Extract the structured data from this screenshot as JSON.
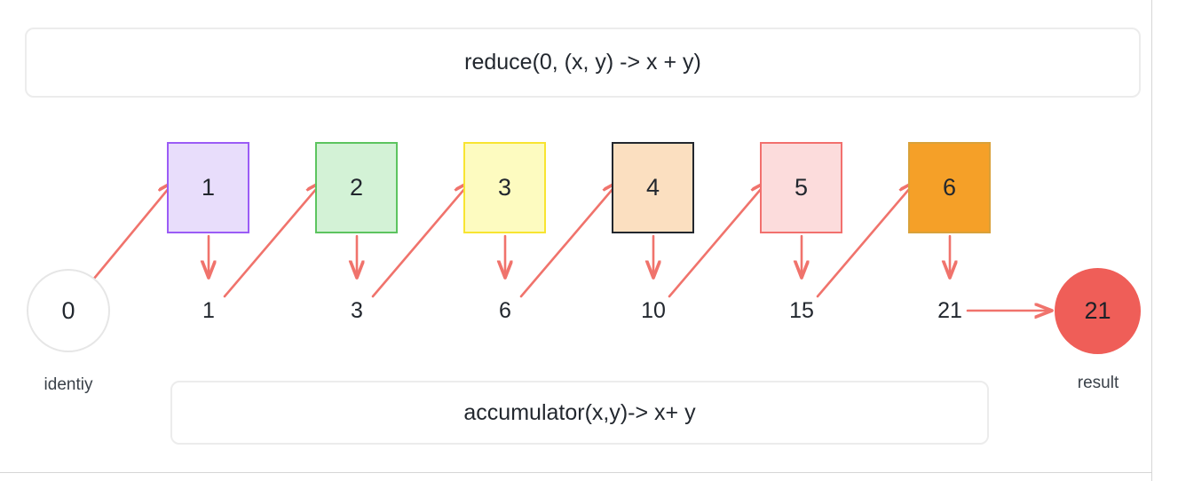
{
  "diagram": {
    "title_top": "reduce(0, (x, y) -> x + y)",
    "title_bottom": "accumulator(x,y)-> x+ y",
    "identity": {
      "value": "0",
      "label": "identiy"
    },
    "result": {
      "value": "21",
      "label": "result"
    },
    "elements": [
      {
        "value": "1",
        "fill": "#e8ddfb",
        "border": "#9b5cf6"
      },
      {
        "value": "2",
        "fill": "#d3f2d6",
        "border": "#5cc45f"
      },
      {
        "value": "3",
        "fill": "#fdfbc0",
        "border": "#f8e431"
      },
      {
        "value": "4",
        "fill": "#fbdfc0",
        "border": "#f5a council"
      },
      {
        "value": "5",
        "fill": "#fcdcdc",
        "border": "#f2706e"
      },
      {
        "value": "6",
        "fill": "#f5a028",
        "border": "#d9a13a"
      }
    ],
    "accumulator_values": [
      "1",
      "3",
      "6",
      "10",
      "15",
      "21"
    ],
    "arrow_color": "#f0736c"
  },
  "chart_data": {
    "type": "diagram",
    "title": "reduce(0, (x, y) -> x + y)",
    "subtitle": "accumulator(x,y)-> x+ y",
    "identity_value": 0,
    "inputs": [
      1,
      2,
      3,
      4,
      5,
      6
    ],
    "running_totals": [
      1,
      3,
      6,
      10,
      15,
      21
    ],
    "result": 21
  }
}
